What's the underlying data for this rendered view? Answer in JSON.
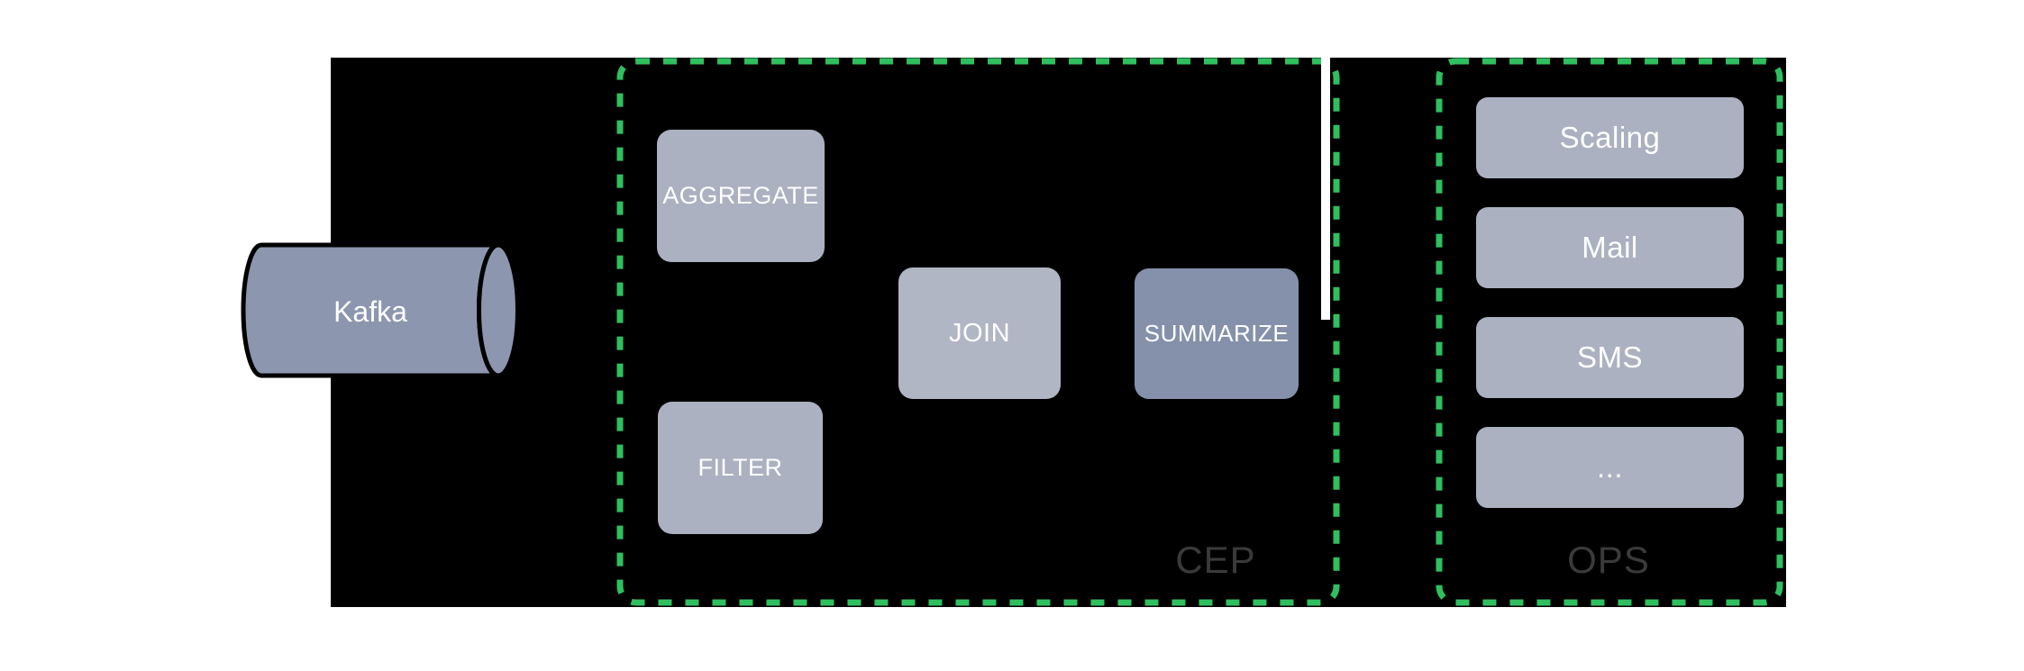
{
  "diagram": {
    "kafka": {
      "label": "Kafka"
    },
    "cep": {
      "label": "CEP",
      "nodes": [
        {
          "label": "AGGREGATE"
        },
        {
          "label": "FILTER"
        },
        {
          "label": "JOIN"
        },
        {
          "label": "SUMMARIZE"
        }
      ]
    },
    "ops": {
      "label": "OPS",
      "items": [
        {
          "label": "Scaling"
        },
        {
          "label": "Mail"
        },
        {
          "label": "SMS"
        },
        {
          "label": "..."
        }
      ]
    },
    "colors": {
      "panel": "#000000",
      "dashed_border": "#2fbf5f",
      "node_fill": "#abb1c0",
      "join_fill": "#b1b6c4",
      "summarize_fill": "#8591ab",
      "kafka_fill": "#8c96ae",
      "region_label": "#3a3a3a"
    }
  }
}
